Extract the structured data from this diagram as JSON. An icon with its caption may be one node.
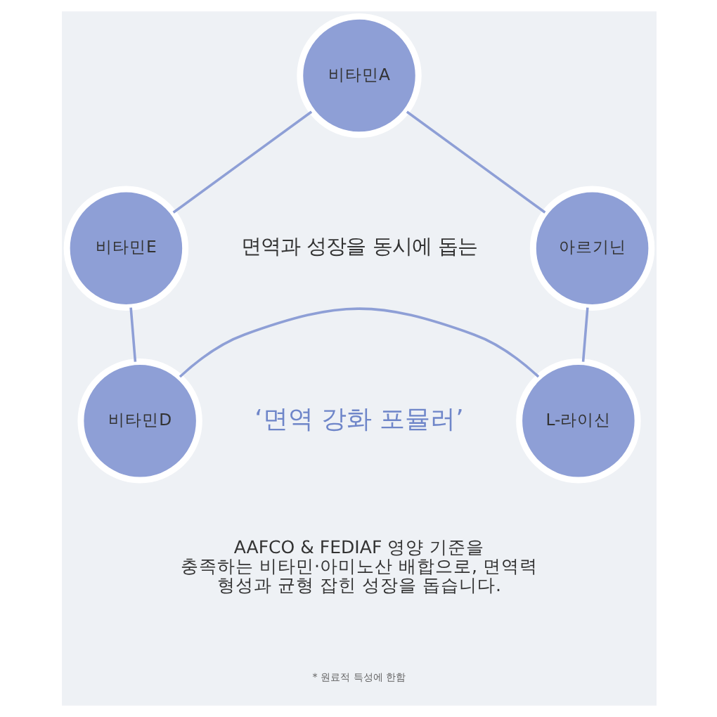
{
  "diagram": {
    "nodes": [
      {
        "text": [
          "비타민A"
        ]
      },
      {
        "text": [
          "비타민E"
        ]
      },
      {
        "text": [
          "아르기닌"
        ]
      },
      {
        "text": [
          "비타민D"
        ]
      },
      {
        "text": [
          "L-라이신"
        ]
      }
    ],
    "edges": [
      {
        "from": 0,
        "to": 1,
        "arrow": "none"
      },
      {
        "from": 2,
        "to": 0,
        "arrow": "none"
      },
      {
        "from": 4,
        "to": 2,
        "arrow": "none"
      },
      {
        "from": 3,
        "to": 4,
        "arrow": "none"
      },
      {
        "from": 1,
        "to": 3,
        "arrow": "none"
      }
    ],
    "labels": [
      "면역과 성장을 동시에 돕는",
      "‘면역 강화 포뮬러’",
      "AAFCO & FEDIAF 영양 기준을 충족하는 비타민·아미노산 배합으로, 면역력 형성과 균형 잡힌 성장을 돕습니다.",
      "* 원료적 특성에 한함"
    ]
  }
}
